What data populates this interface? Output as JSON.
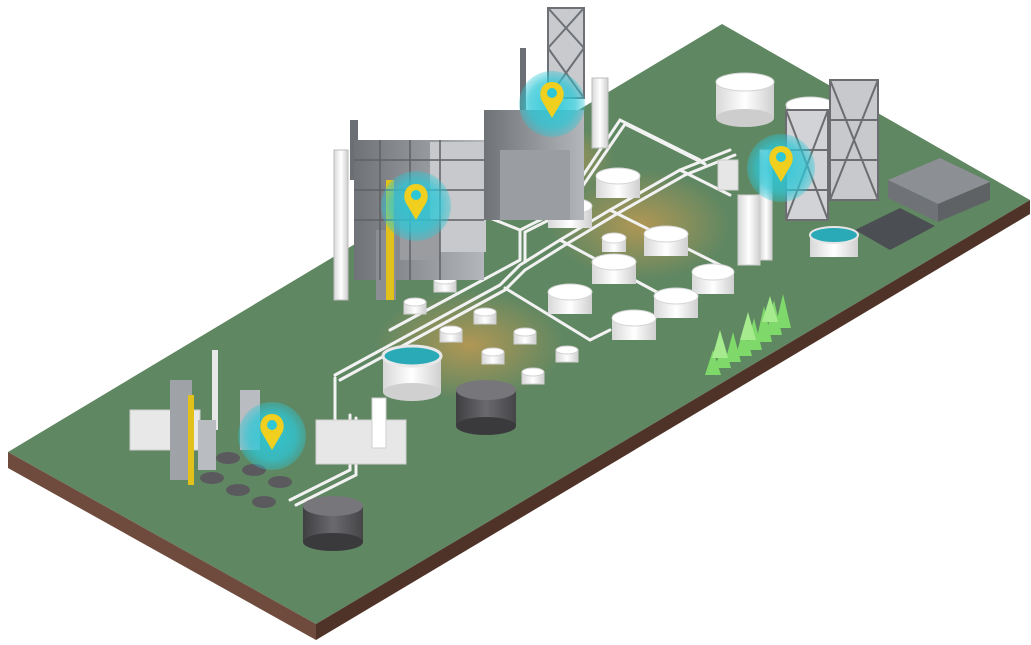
{
  "scene": {
    "type": "isometric-refinery-map",
    "colors": {
      "ground_top": "#5f8762",
      "ground_side_left": "#6e4b3c",
      "ground_side_right": "#4f3328",
      "pipe": "#f2f2f2",
      "tank_white": "#f3f3f3",
      "tank_dark": "#5a5a5d",
      "steel": "#8a8d91",
      "marker_glow": "#2ec7d6",
      "marker_pin": "#f0cf1f",
      "heat_glow": "#f2a44a",
      "tree": "#7fd96a",
      "pool_water": "#2aa9b7"
    }
  },
  "markers": [
    {
      "id": "marker-east-unit",
      "icon": "map-pin-icon"
    },
    {
      "id": "marker-central-unit",
      "icon": "map-pin-icon"
    },
    {
      "id": "marker-north-unit",
      "icon": "map-pin-icon"
    },
    {
      "id": "marker-south-unit",
      "icon": "map-pin-icon"
    }
  ]
}
